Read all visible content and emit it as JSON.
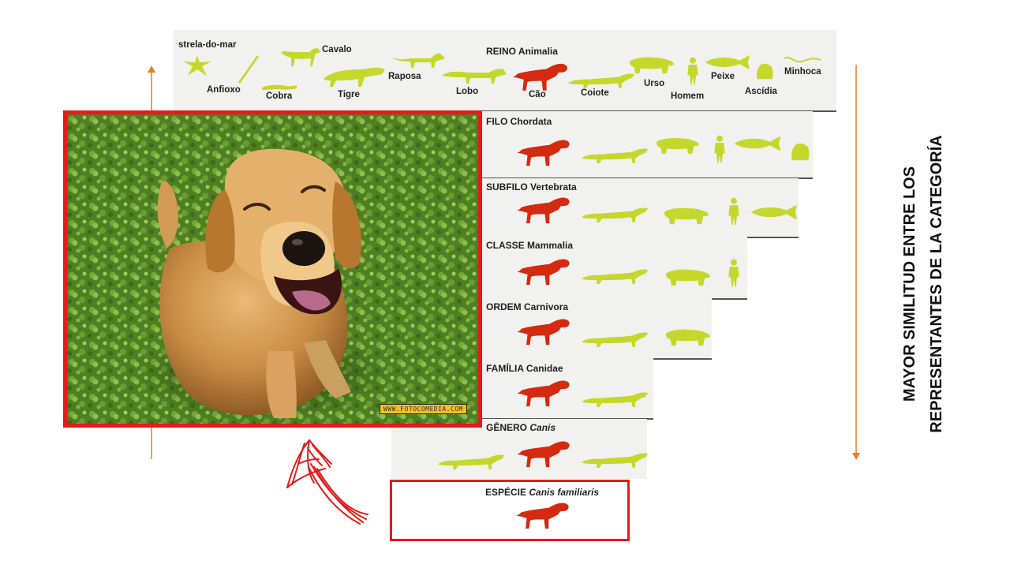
{
  "colors": {
    "accent": "#e51a1a",
    "arrow": "#e67e22",
    "silhouette": "#c4d82c",
    "dog": "#d42a10"
  },
  "icons": [
    "dog-silhouette-icon",
    "coyote-silhouette-icon",
    "bear-silhouette-icon",
    "human-silhouette-icon",
    "fish-silhouette-icon",
    "ascidian-silhouette-icon",
    "scribbled-arrow-icon"
  ],
  "taxonomy": {
    "kingdom": {
      "rank": "REINO",
      "name": "Animalia",
      "animals": {
        "starfish": "strela-do-mar",
        "horse": "Cavalo",
        "fox": "Raposa",
        "amphioxus": "Anfioxo",
        "snake": "Cobra",
        "tiger": "Tigre",
        "wolf": "Lobo",
        "dog": "Cão",
        "coyote": "Coiote",
        "bear": "Urso",
        "human": "Homem",
        "fish": "Peixe",
        "ascidian": "Ascídia",
        "worm": "Minhoca"
      }
    },
    "phylum": {
      "rank": "FILO",
      "name": "Chordata"
    },
    "subphylum": {
      "rank": "SUBFILO",
      "name": "Vertebrata"
    },
    "class": {
      "rank": "CLASSE",
      "name": "Mammalia"
    },
    "order": {
      "rank": "ORDEM",
      "name": "Carnivora"
    },
    "family": {
      "rank": "FAMÍLIA",
      "name": "Canidae"
    },
    "genus": {
      "rank": "GÊNERO",
      "name": "Canis"
    },
    "species": {
      "rank": "ESPÉCIE",
      "name": "Canis familiaris"
    }
  },
  "photo": {
    "watermark": "WWW.FOTOCOMEDIA.COM"
  },
  "side_text": {
    "line1": "MAYOR SIMILITUD ENTRE LOS",
    "line2": "REPRESENTANTES DE LA CATEGORÍA"
  }
}
